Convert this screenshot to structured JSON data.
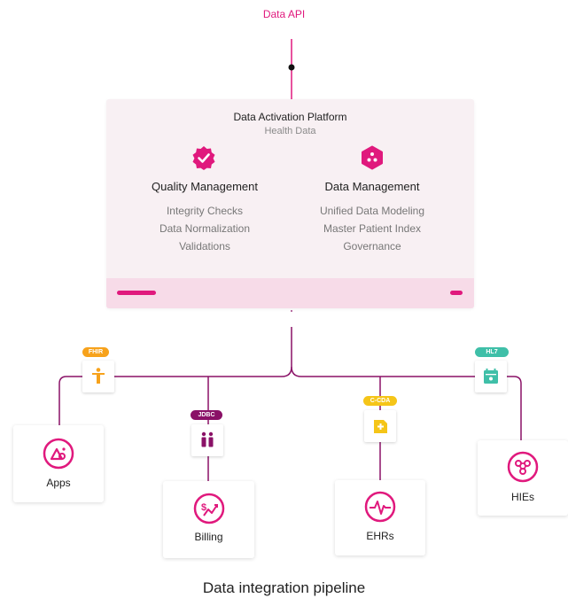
{
  "api": {
    "label": "Data API"
  },
  "platform": {
    "title": "Data Activation Platform",
    "subtitle": "Health Data",
    "columns": [
      {
        "title": "Quality Management",
        "items": [
          "Integrity Checks",
          "Data Normalization",
          "Validations"
        ]
      },
      {
        "title": "Data Management",
        "items": [
          "Unified Data Modeling",
          "Master Patient Index",
          "Governance"
        ]
      }
    ]
  },
  "connectors": [
    {
      "badge": "FHIR",
      "color": "#f7a21b",
      "icon": "person-icon"
    },
    {
      "badge": "JDBC",
      "color": "#8a1167",
      "icon": "people-icon"
    },
    {
      "badge": "C-CDA",
      "color": "#f5c518",
      "icon": "document-icon"
    },
    {
      "badge": "HL7",
      "color": "#3fbfa8",
      "icon": "calendar-icon"
    }
  ],
  "nodes": [
    {
      "label": "Apps",
      "icon": "apps-icon"
    },
    {
      "label": "Billing",
      "icon": "billing-icon"
    },
    {
      "label": "EHRs",
      "icon": "ehr-icon"
    },
    {
      "label": "HIEs",
      "icon": "hie-icon"
    }
  ],
  "caption": "Data integration pipeline",
  "colors": {
    "accent": "#e0197d",
    "wire": "#8a1167"
  }
}
